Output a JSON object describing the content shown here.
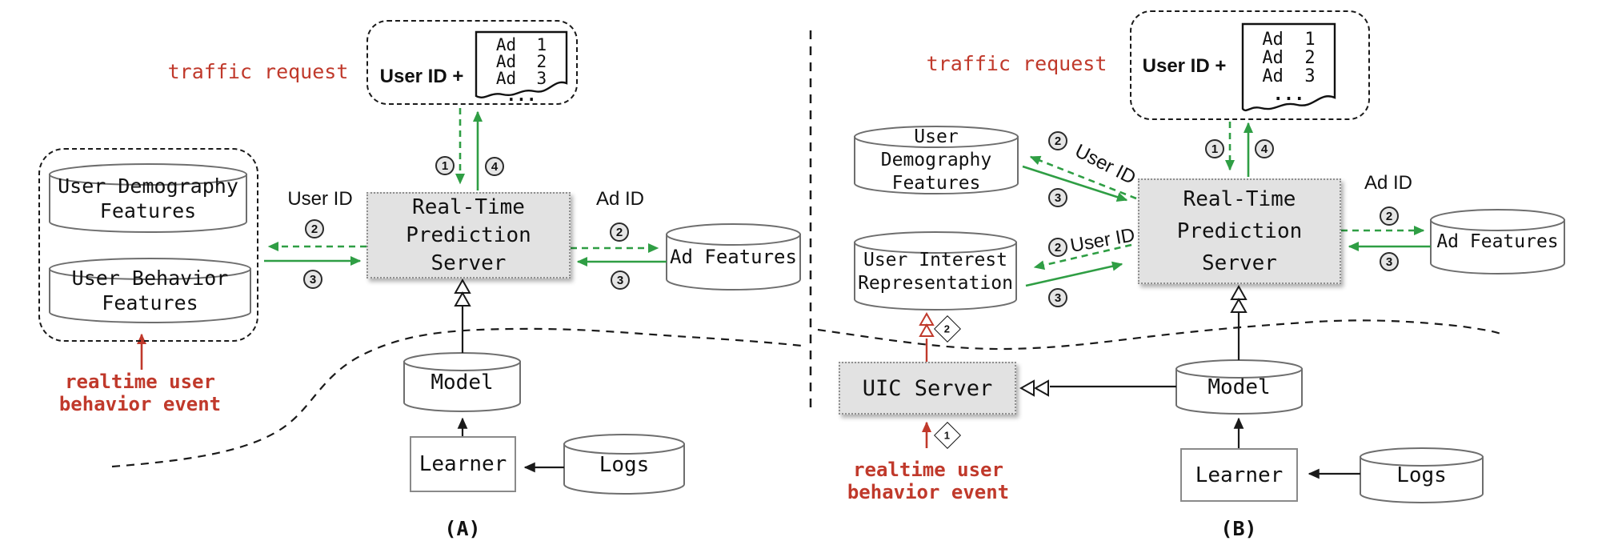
{
  "colors": {
    "green": "#2f9e44",
    "red": "#c0392b",
    "server_fill": "#e2e2e2"
  },
  "panelA": {
    "caption": "(A)",
    "traffic_request_label": "traffic request",
    "request_box": {
      "user_id_plus": "User ID +",
      "ad_line1": "Ad  1",
      "ad_line2": "Ad  2",
      "ad_line3": "Ad  3",
      "ad_more": "..."
    },
    "steps": {
      "s1": "1",
      "s2": "2",
      "s3": "3",
      "s4": "4"
    },
    "user_id_label": "User ID",
    "ad_id_label": "Ad ID",
    "server": {
      "line1": "Real-Time",
      "line2": "Prediction",
      "line3": "Server"
    },
    "demography_db": {
      "line1": "User Demography",
      "line2": "Features"
    },
    "behavior_db": {
      "line1": "User Behavior",
      "line2": "Features"
    },
    "ad_features_db": "Ad Features",
    "model_db": "Model",
    "learner": "Learner",
    "logs_db": "Logs",
    "realtime_event": {
      "line1": "realtime user",
      "line2": "behavior event"
    }
  },
  "panelB": {
    "caption": "(B)",
    "traffic_request_label": "traffic request",
    "request_box": {
      "user_id_plus": "User ID +",
      "ad_line1": "Ad  1",
      "ad_line2": "Ad  2",
      "ad_line3": "Ad  3",
      "ad_more": "..."
    },
    "steps": {
      "s1": "1",
      "s2": "2",
      "s3": "3",
      "s4": "4"
    },
    "diamond_steps": {
      "d1": "1",
      "d2": "2"
    },
    "user_id_label_demography": "User ID",
    "user_id_label_interest": "User ID",
    "ad_id_label": "Ad ID",
    "server": {
      "line1": "Real-Time",
      "line2": "Prediction",
      "line3": "Server"
    },
    "demography_db": {
      "line1": "User Demography",
      "line2": "Features"
    },
    "interest_db": {
      "line1": "User Interest",
      "line2": "Representation"
    },
    "uic_server": "UIC Server",
    "ad_features_db": "Ad Features",
    "model_db": "Model",
    "learner": "Learner",
    "logs_db": "Logs",
    "realtime_event": {
      "line1": "realtime user",
      "line2": "behavior event"
    }
  }
}
